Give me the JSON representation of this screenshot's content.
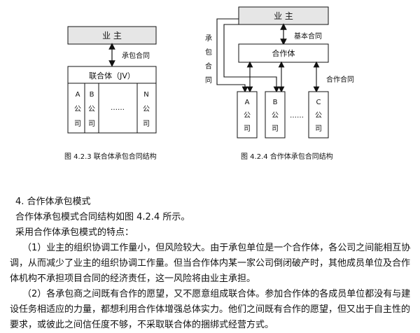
{
  "fig1": {
    "owner": "业 主",
    "arrow_label": "承包合同",
    "consortium": "联合体（JV）",
    "company_a": [
      "A",
      "公",
      "司"
    ],
    "company_b": [
      "B",
      "公",
      "司"
    ],
    "dots": "……",
    "company_n": [
      "N",
      "公",
      "司"
    ],
    "caption": "图 4.2.3  联合体承包合同结构"
  },
  "fig2": {
    "owner": "业 主",
    "side_label": [
      "承",
      "包",
      "合",
      "同"
    ],
    "basic_contract": "基本合同",
    "partnership": "合作体",
    "cooperation_contract": "合作合同",
    "company_a": [
      "A",
      "公",
      "司"
    ],
    "company_b": [
      "B",
      "公",
      "司"
    ],
    "dots": "……",
    "company_c": [
      "C",
      "公",
      "司"
    ],
    "caption": "图 4.2.4  合作体承包合同结构"
  },
  "text": {
    "heading": "4. 合作体承包模式",
    "line1": "合作体承包模式合同结构如图 4.2.4 所示。",
    "line2": "采用合作体承包模式的特点：",
    "p1": "（1）业主的组织协调工作量小，但风险较大。由于承包单位是一个合作体，各公司之间能相互协调，从而减少了业主的组织协调工作量。但当合作体内某一家公司倒闭破产时，其他成员单位及合作体机构不承担项目合同的经济责任，这一风险将由业主承担。",
    "p2": "（2）各承包商之间既有合作的愿望，又不愿意组成联合体。参加合作体的各成员单位都没有与建设任务相适应的力量，都想利用合作体增强总体实力。他们之间既有合作的愿望，但又出于自主性的要求，或彼此之间信任度不够，不采取联合体的捆绑式经营方式。"
  }
}
